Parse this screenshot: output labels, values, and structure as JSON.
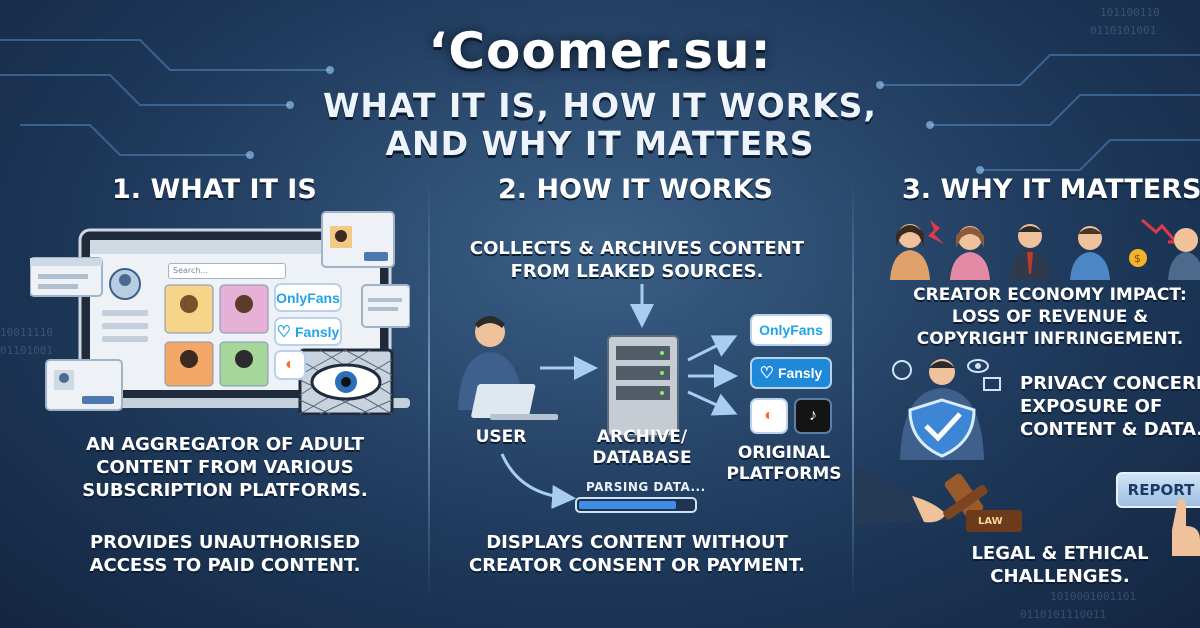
{
  "title": {
    "main": "‘Coomer.su:",
    "line1": "WHAT IT IS, HOW IT WORKS,",
    "line2": "AND WHY IT MATTERS"
  },
  "section1": {
    "heading": "1. WHAT IT IS",
    "caption1": [
      "AN AGGREGATOR OF ADULT",
      "CONTENT FROM VARIOUS",
      "SUBSCRIPTION PLATFORMS."
    ],
    "caption2": [
      "PROVIDES UNAUTHORISED",
      "ACCESS TO PAID CONTENT."
    ],
    "search_placeholder": "Search...",
    "brands": {
      "onlyfans": "OnlyFans",
      "fansly": "Fansly"
    }
  },
  "section2": {
    "heading": "2. HOW IT WORKS",
    "top_caption": [
      "COLLECTS & ARCHIVES CONTENT",
      "FROM LEAKED SOURCES."
    ],
    "user_label": "USER",
    "archive_label": [
      "ARCHIVE/",
      "DATABASE"
    ],
    "platforms_label": [
      "ORIGINAL",
      "PLATFORMS"
    ],
    "parsing_text": "PARSING DATA...",
    "parsing_progress": 0.85,
    "bottom_caption": [
      "DISPLAYS CONTENT WITHOUT",
      "CREATOR CONSENT OR PAYMENT."
    ],
    "brands": {
      "onlyfans": "OnlyFans",
      "fansly": "Fansly"
    }
  },
  "section3": {
    "heading": "3. WHY IT MATTERS",
    "impact_caption": [
      "CREATOR ECONOMY IMPACT:",
      "LOSS OF REVENUE &",
      "COPYRIGHT INFRINGEMENT."
    ],
    "privacy_caption": [
      "PRIVACY CONCERNS:",
      "EXPOSURE OF",
      "CONTENT & DATA."
    ],
    "legal_caption": [
      "LEGAL & ETHICAL",
      "CHALLENGES."
    ],
    "report_label": "REPORT",
    "law_label": "LAW"
  },
  "colors": {
    "accent_blue": "#1ea5e8",
    "background_dark": "#132640",
    "background_light": "#3b5f86",
    "arrow": "#a9cdf0"
  }
}
